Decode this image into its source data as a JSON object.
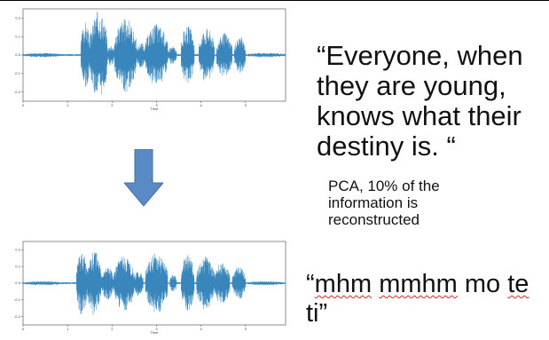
{
  "slide": {
    "original_quote": "“Everyone, when they are young, knows what their destiny is. “",
    "caption": "PCA, 10% of the information is reconstructed",
    "reconstructed_words": [
      "mhm",
      "mmhm",
      "mo",
      "te",
      "ti”"
    ],
    "reconstructed_prefix": "“",
    "arrow_color": "#5a8ac6",
    "wave_color": "#1f77b4"
  },
  "chart_data": [
    {
      "type": "line",
      "xlabel": "Time",
      "ylabel": "",
      "xticks": [
        "0",
        "1",
        "2",
        "3",
        "4",
        "5"
      ],
      "yticks": [
        "0.2",
        "0.1",
        "0.0",
        "-0.1",
        "-0.2"
      ],
      "ylim": [
        -0.25,
        0.25
      ],
      "xlim": [
        0,
        5.9
      ],
      "bursts": [
        [
          0.0,
          0.9,
          0.012
        ],
        [
          1.3,
          1.5,
          0.18
        ],
        [
          1.5,
          1.9,
          0.24
        ],
        [
          1.9,
          2.05,
          0.06
        ],
        [
          2.05,
          2.55,
          0.2
        ],
        [
          2.55,
          2.75,
          0.07
        ],
        [
          2.75,
          3.25,
          0.17
        ],
        [
          3.25,
          3.45,
          0.05
        ],
        [
          3.55,
          3.85,
          0.16
        ],
        [
          3.95,
          4.3,
          0.15
        ],
        [
          4.35,
          4.7,
          0.12
        ],
        [
          4.75,
          5.0,
          0.1
        ],
        [
          5.0,
          5.9,
          0.012
        ]
      ]
    },
    {
      "type": "line",
      "xlabel": "Time",
      "ylabel": "",
      "xticks": [
        "0",
        "1",
        "2",
        "3",
        "4",
        "5"
      ],
      "yticks": [
        "0.2",
        "0.1",
        "0.0",
        "-0.1",
        "-0.2"
      ],
      "ylim": [
        -0.25,
        0.25
      ],
      "xlim": [
        0,
        5.9
      ],
      "bursts": [
        [
          0.0,
          0.9,
          0.012
        ],
        [
          1.2,
          1.45,
          0.19
        ],
        [
          1.45,
          1.75,
          0.2
        ],
        [
          1.75,
          2.05,
          0.1
        ],
        [
          2.05,
          2.5,
          0.17
        ],
        [
          2.5,
          2.7,
          0.08
        ],
        [
          2.75,
          3.25,
          0.18
        ],
        [
          3.3,
          3.45,
          0.06
        ],
        [
          3.55,
          3.85,
          0.17
        ],
        [
          3.9,
          4.3,
          0.16
        ],
        [
          4.3,
          4.65,
          0.13
        ],
        [
          4.7,
          5.0,
          0.1
        ],
        [
          5.0,
          5.9,
          0.012
        ]
      ]
    }
  ]
}
